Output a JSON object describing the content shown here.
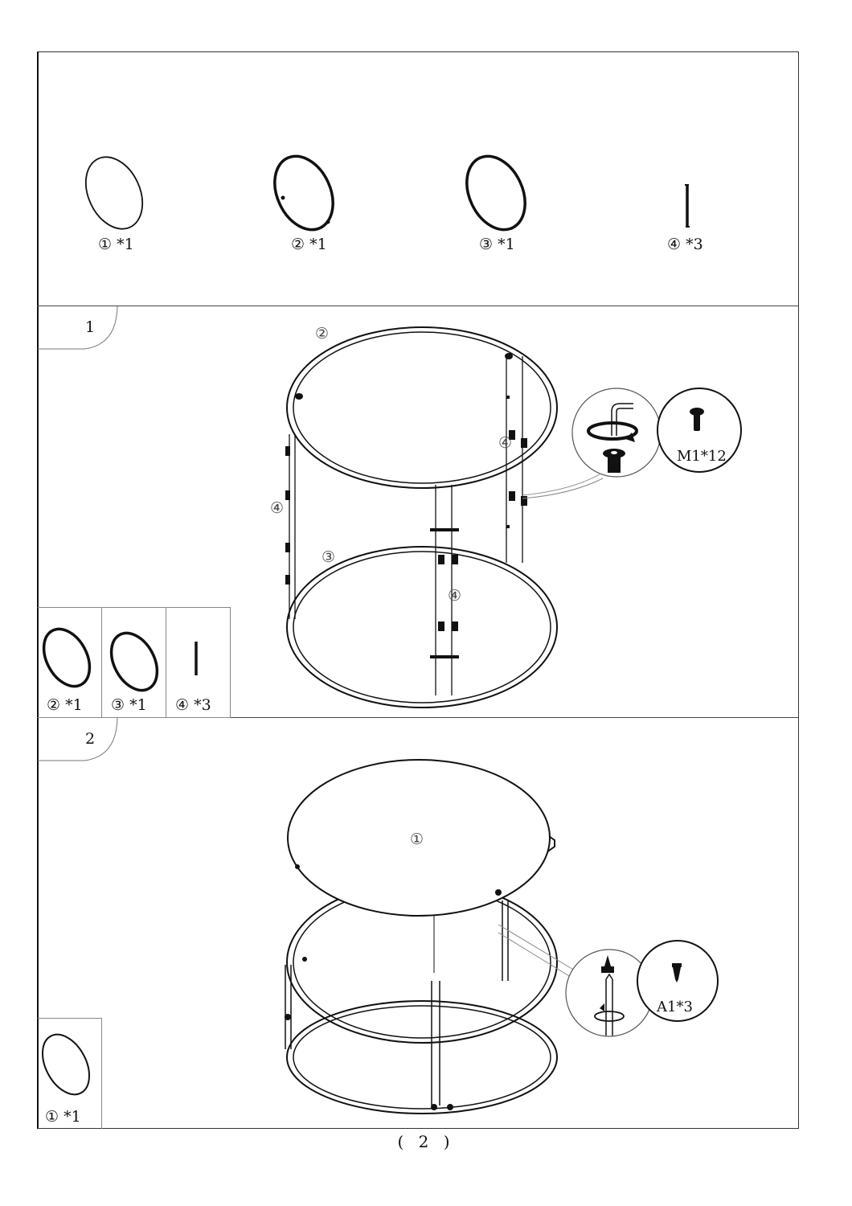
{
  "page": {
    "page_number_label": "( 2 )"
  },
  "parts_overview": {
    "items": [
      {
        "id": "1",
        "label": "① *1",
        "shape": "thin-ring"
      },
      {
        "id": "2",
        "label": "② *1",
        "shape": "ring-with-tabs"
      },
      {
        "id": "3",
        "label": "③ *1",
        "shape": "ring"
      },
      {
        "id": "4",
        "label": "④ *3",
        "shape": "leg-bar"
      }
    ]
  },
  "steps": [
    {
      "number": "1",
      "parts_callouts": [
        "②",
        "④",
        "④",
        "③",
        "④"
      ],
      "parts_needed": [
        {
          "label": "② *1"
        },
        {
          "label": "③ *1"
        },
        {
          "label": "④ *3"
        }
      ],
      "hardware": {
        "label": "M1*12",
        "tool": "hex-key"
      }
    },
    {
      "number": "2",
      "parts_callouts": [
        "①"
      ],
      "parts_needed": [
        {
          "label": "① *1"
        }
      ],
      "hardware": {
        "label": "A1*3",
        "tool": "screwdriver"
      }
    }
  ]
}
